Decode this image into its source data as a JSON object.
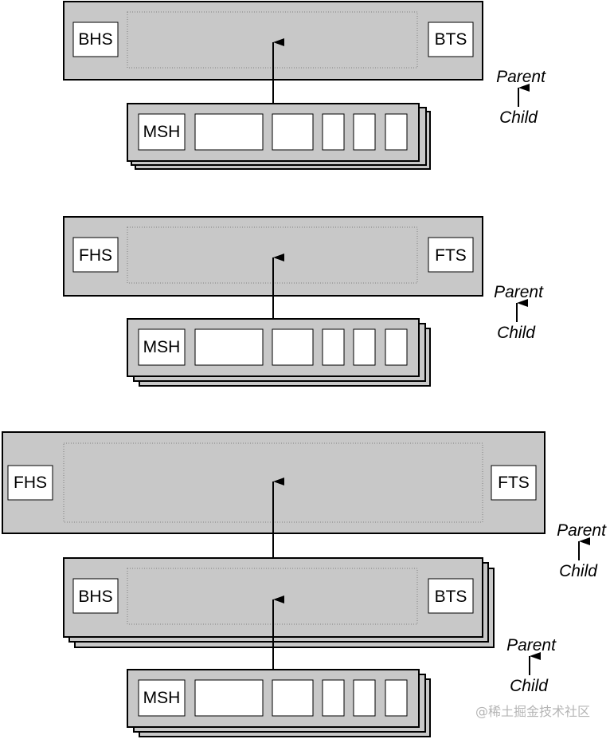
{
  "colors": {
    "frame_fill": "#c8c8c8",
    "frame_stroke": "#000000",
    "box_fill": "#ffffff",
    "dotted_stroke": "#808080"
  },
  "diagram_1": {
    "header_label": "BHS",
    "trailer_label": "BTS",
    "child_header_label": "MSH",
    "parent_label": "Parent",
    "child_label": "Child"
  },
  "diagram_2": {
    "header_label": "FHS",
    "trailer_label": "FTS",
    "child_header_label": "MSH",
    "parent_label": "Parent",
    "child_label": "Child"
  },
  "diagram_3": {
    "outer_header_label": "FHS",
    "outer_trailer_label": "FTS",
    "middle_header_label": "BHS",
    "middle_trailer_label": "BTS",
    "inner_header_label": "MSH",
    "parent_label_upper": "Parent",
    "child_label_upper": "Child",
    "parent_label_lower": "Parent",
    "child_label_lower": "Child"
  },
  "watermark": "@稀土掘金技术社区"
}
